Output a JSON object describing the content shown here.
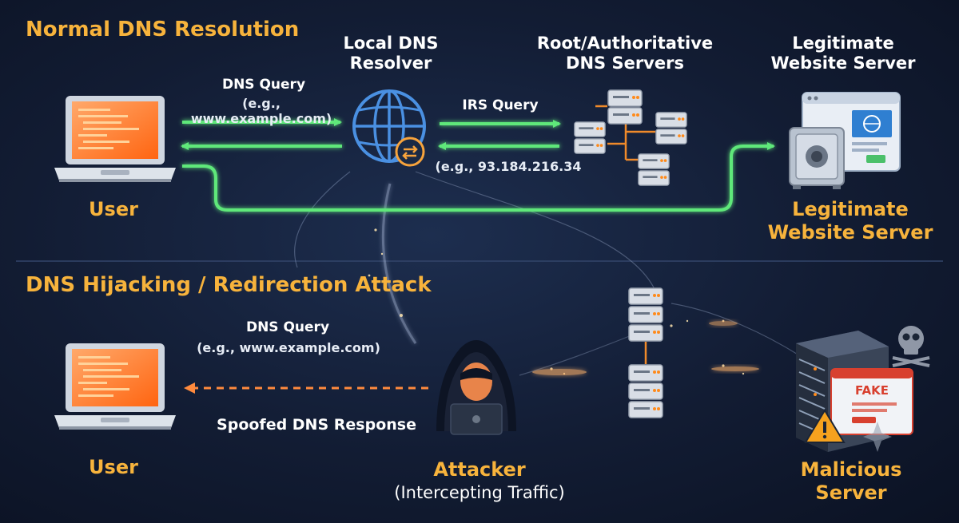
{
  "sections": {
    "normal": {
      "heading": "Normal DNS Resolution",
      "user_label": "User",
      "resolver_label": "Local DNS Resolver",
      "root_label": "Root/Authoritative DNS Servers",
      "legit_top_label": "Legitimate Website Server",
      "legit_bottom_label": "Legitimate Website Server",
      "dns_query": "DNS Query",
      "dns_query_example": "(e.g., www.example.com)",
      "irs_query": "IRS Query",
      "ip_response": "(e.g., 93.184.216.34"
    },
    "attack": {
      "heading": "DNS Hijacking / Redirection Attack",
      "user_label": "User",
      "dns_query": "DNS Query",
      "dns_query_example": "(e.g., www.example.com)",
      "spoofed_response": "Spoofed DNS Response",
      "attacker_label": "Attacker",
      "attacker_sublabel": "(Intercepting Traffic)",
      "malicious_label": "Malicious Server",
      "fake_badge": "FAKE"
    }
  },
  "colors": {
    "accent_gold": "#f7b33c",
    "normal_path": "#5fe87a",
    "attack_path": "#ff4a3d",
    "dashed_attack": "#ff8a3d",
    "background": "#121c33"
  },
  "icons": [
    "laptop-icon",
    "globe-icon",
    "server-rack-icon",
    "browser-window-icon",
    "safe-icon",
    "hooded-attacker-icon",
    "skull-icon",
    "warning-icon"
  ]
}
